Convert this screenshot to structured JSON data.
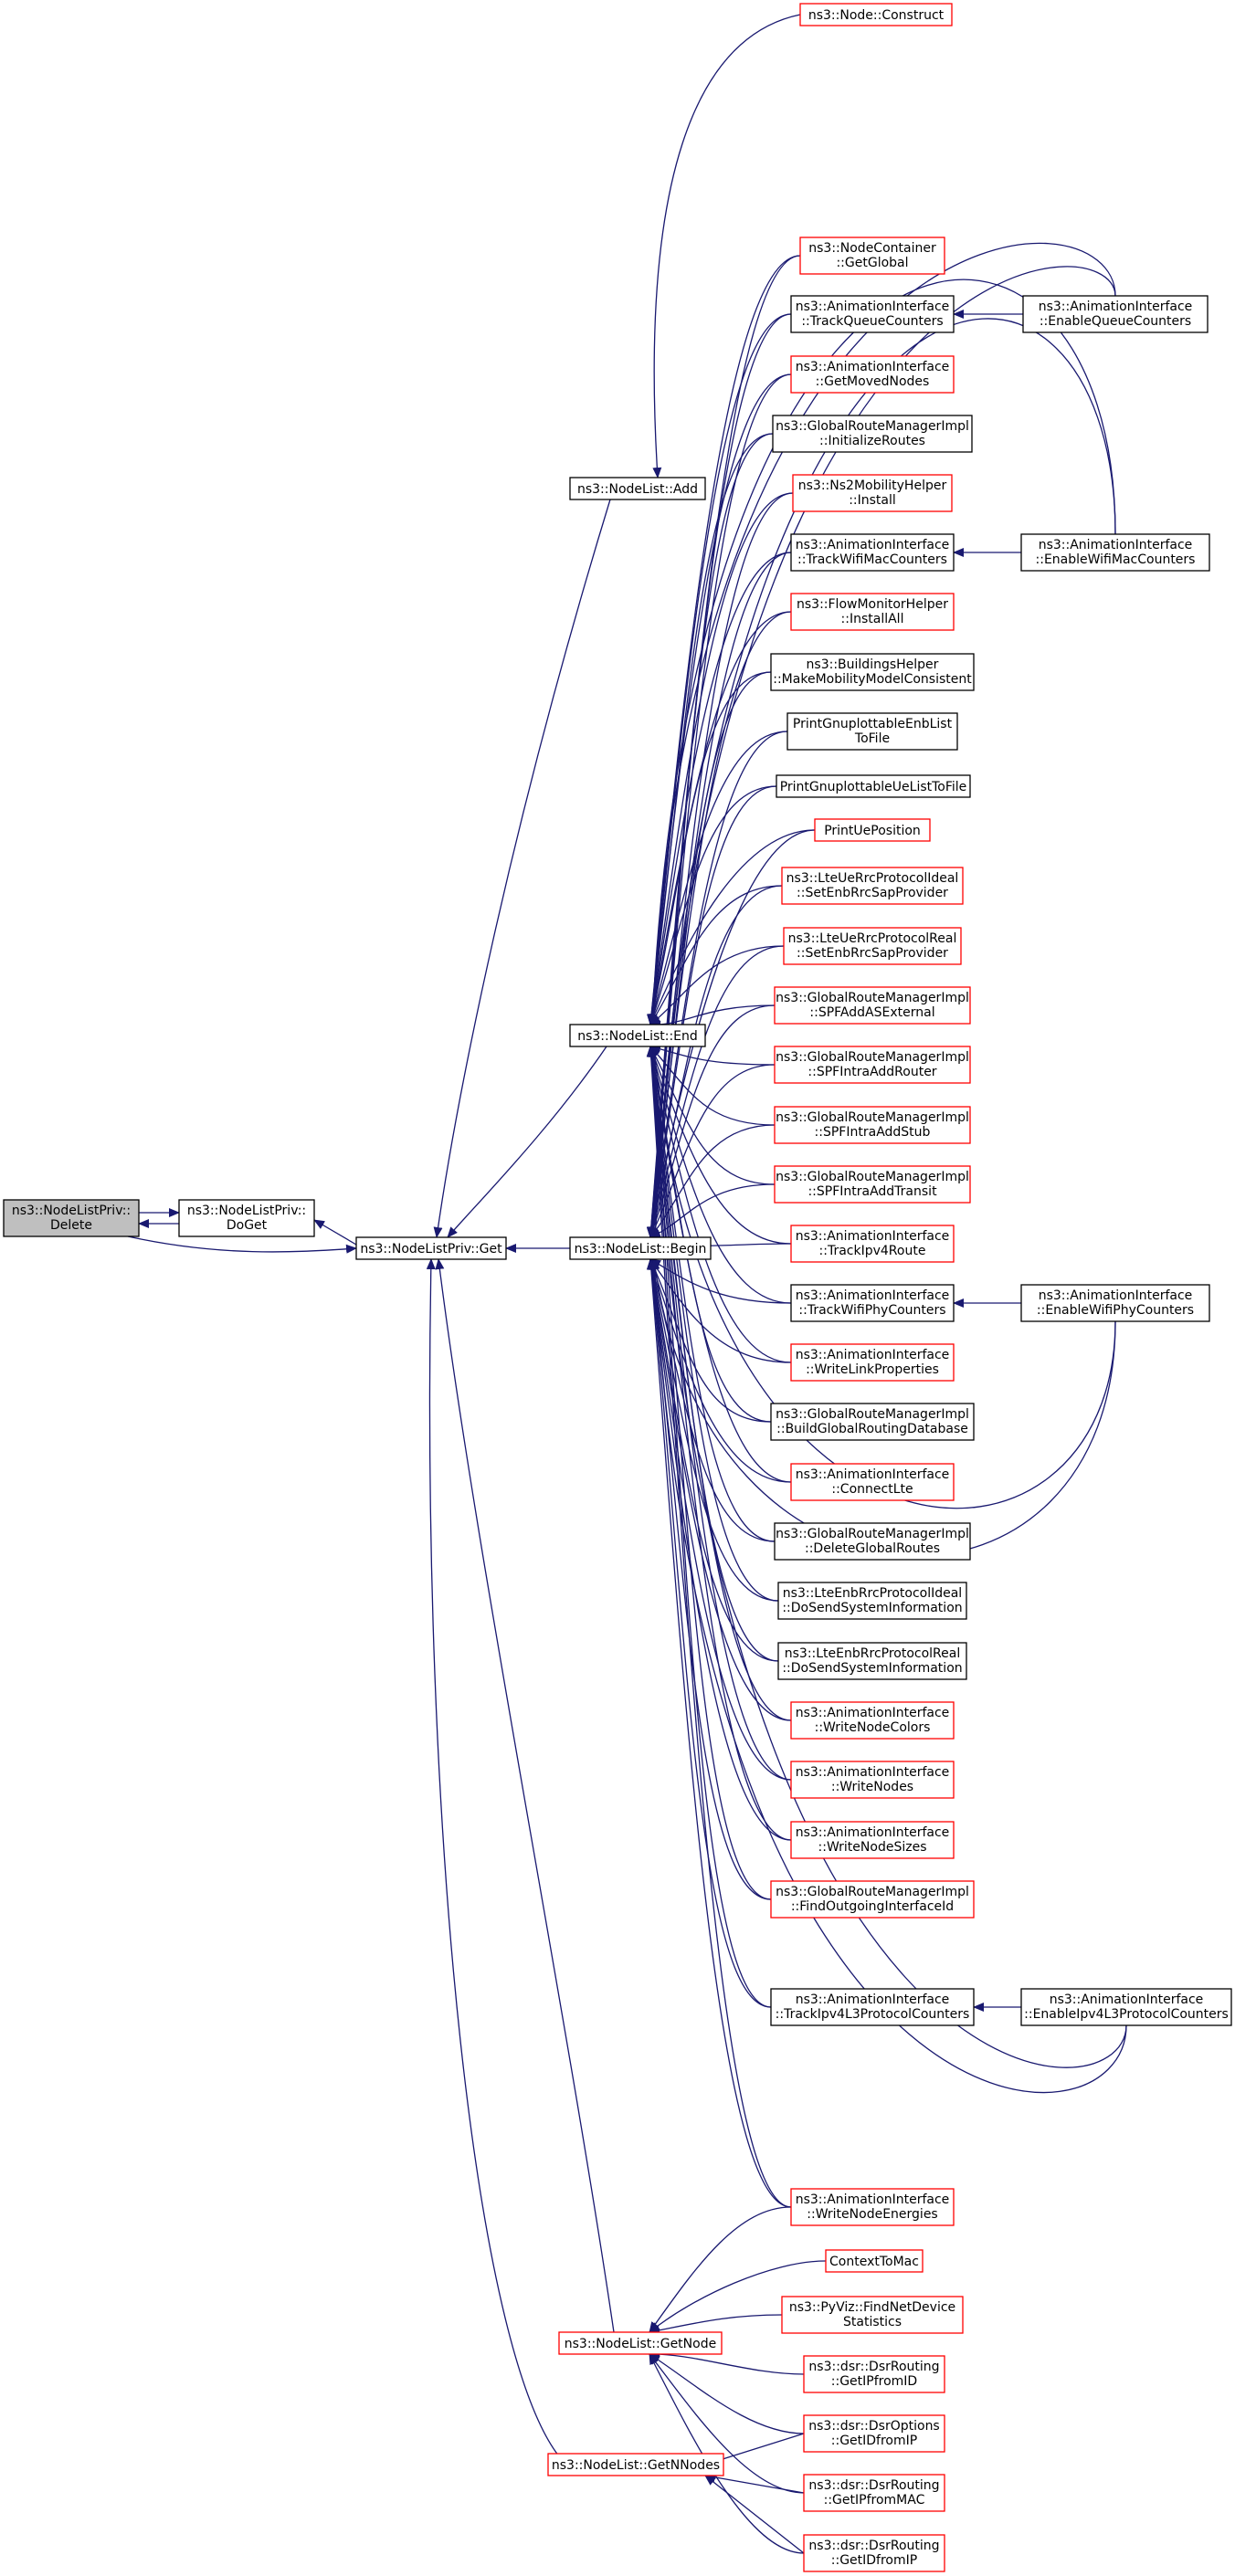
{
  "graph": {
    "colors": {
      "edge": "#191970",
      "arrow": "#191970",
      "red_border": "#ff0000",
      "black_border": "#000000",
      "root_fill": "#bfbfbf"
    },
    "nodes": {
      "root": {
        "lines": [
          "ns3::NodeListPriv::",
          "Delete"
        ],
        "style": "root"
      },
      "doget": {
        "lines": [
          "ns3::NodeListPriv::",
          "DoGet"
        ],
        "style": "black"
      },
      "privget": {
        "lines": [
          "ns3::NodeListPriv::Get"
        ],
        "style": "black"
      },
      "add": {
        "lines": [
          "ns3::NodeList::Add"
        ],
        "style": "black"
      },
      "end": {
        "lines": [
          "ns3::NodeList::End"
        ],
        "style": "black"
      },
      "begin": {
        "lines": [
          "ns3::NodeList::Begin"
        ],
        "style": "black"
      },
      "getnode": {
        "lines": [
          "ns3::NodeList::GetNode"
        ],
        "style": "red"
      },
      "getnnodes": {
        "lines": [
          "ns3::NodeList::GetNNodes"
        ],
        "style": "red"
      },
      "construct": {
        "lines": [
          "ns3::Node::Construct"
        ],
        "style": "red"
      },
      "getglobal": {
        "lines": [
          "ns3::NodeContainer",
          "::GetGlobal"
        ],
        "style": "red"
      },
      "trackqueue": {
        "lines": [
          "ns3::AnimationInterface",
          "::TrackQueueCounters"
        ],
        "style": "black"
      },
      "getmoved": {
        "lines": [
          "ns3::AnimationInterface",
          "::GetMovedNodes"
        ],
        "style": "red"
      },
      "initroutes": {
        "lines": [
          "ns3::GlobalRouteManagerImpl",
          "::InitializeRoutes"
        ],
        "style": "black"
      },
      "ns2install": {
        "lines": [
          "ns3::Ns2MobilityHelper",
          "::Install"
        ],
        "style": "red"
      },
      "trackwifimac": {
        "lines": [
          "ns3::AnimationInterface",
          "::TrackWifiMacCounters"
        ],
        "style": "black"
      },
      "flowinstall": {
        "lines": [
          "ns3::FlowMonitorHelper",
          "::InstallAll"
        ],
        "style": "red"
      },
      "buildings": {
        "lines": [
          "ns3::BuildingsHelper",
          "::MakeMobilityModelConsistent"
        ],
        "style": "black"
      },
      "printenb": {
        "lines": [
          "PrintGnuplottableEnbList",
          "ToFile"
        ],
        "style": "black"
      },
      "printue": {
        "lines": [
          "PrintGnuplottableUeListToFile"
        ],
        "style": "black"
      },
      "printuepos": {
        "lines": [
          "PrintUePosition"
        ],
        "style": "red"
      },
      "lteueideal": {
        "lines": [
          "ns3::LteUeRrcProtocolIdeal",
          "::SetEnbRrcSapProvider"
        ],
        "style": "red"
      },
      "ltuereal": {
        "lines": [
          "ns3::LteUeRrcProtocolReal",
          "::SetEnbRrcSapProvider"
        ],
        "style": "red"
      },
      "spfaddas": {
        "lines": [
          "ns3::GlobalRouteManagerImpl",
          "::SPFAddASExternal"
        ],
        "style": "red"
      },
      "spfrouter": {
        "lines": [
          "ns3::GlobalRouteManagerImpl",
          "::SPFIntraAddRouter"
        ],
        "style": "red"
      },
      "spfstub": {
        "lines": [
          "ns3::GlobalRouteManagerImpl",
          "::SPFIntraAddStub"
        ],
        "style": "red"
      },
      "spftransit": {
        "lines": [
          "ns3::GlobalRouteManagerImpl",
          "::SPFIntraAddTransit"
        ],
        "style": "red"
      },
      "trackipv4route": {
        "lines": [
          "ns3::AnimationInterface",
          "::TrackIpv4Route"
        ],
        "style": "red"
      },
      "trackwifiphy": {
        "lines": [
          "ns3::AnimationInterface",
          "::TrackWifiPhyCounters"
        ],
        "style": "black"
      },
      "writelink": {
        "lines": [
          "ns3::AnimationInterface",
          "::WriteLinkProperties"
        ],
        "style": "red"
      },
      "buildglobal": {
        "lines": [
          "ns3::GlobalRouteManagerImpl",
          "::BuildGlobalRoutingDatabase"
        ],
        "style": "black"
      },
      "connectlte": {
        "lines": [
          "ns3::AnimationInterface",
          "::ConnectLte"
        ],
        "style": "red"
      },
      "deleteglobal": {
        "lines": [
          "ns3::GlobalRouteManagerImpl",
          "::DeleteGlobalRoutes"
        ],
        "style": "black"
      },
      "enbideal": {
        "lines": [
          "ns3::LteEnbRrcProtocolIdeal",
          "::DoSendSystemInformation"
        ],
        "style": "black"
      },
      "enbreal": {
        "lines": [
          "ns3::LteEnbRrcProtocolReal",
          "::DoSendSystemInformation"
        ],
        "style": "black"
      },
      "writecolors": {
        "lines": [
          "ns3::AnimationInterface",
          "::WriteNodeColors"
        ],
        "style": "red"
      },
      "writenodes": {
        "lines": [
          "ns3::AnimationInterface",
          "::WriteNodes"
        ],
        "style": "red"
      },
      "writesizes": {
        "lines": [
          "ns3::AnimationInterface",
          "::WriteNodeSizes"
        ],
        "style": "red"
      },
      "findout": {
        "lines": [
          "ns3::GlobalRouteManagerImpl",
          "::FindOutgoingInterfaceId"
        ],
        "style": "red"
      },
      "trackipv4l3": {
        "lines": [
          "ns3::AnimationInterface",
          "::TrackIpv4L3ProtocolCounters"
        ],
        "style": "black"
      },
      "writeenergies": {
        "lines": [
          "ns3::AnimationInterface",
          "::WriteNodeEnergies"
        ],
        "style": "red"
      },
      "contexttomac": {
        "lines": [
          "ContextToMac"
        ],
        "style": "red"
      },
      "pyviz": {
        "lines": [
          "ns3::PyViz::FindNetDevice",
          "Statistics"
        ],
        "style": "red"
      },
      "dsrrouting_ipid": {
        "lines": [
          "ns3::dsr::DsrRouting",
          "::GetIPfromID"
        ],
        "style": "red"
      },
      "dsroptions": {
        "lines": [
          "ns3::dsr::DsrOptions",
          "::GetIDfromIP"
        ],
        "style": "red"
      },
      "dsrrouting_mac": {
        "lines": [
          "ns3::dsr::DsrRouting",
          "::GetIPfromMAC"
        ],
        "style": "red"
      },
      "dsrrouting_idip": {
        "lines": [
          "ns3::dsr::DsrRouting",
          "::GetIDfromIP"
        ],
        "style": "red"
      },
      "enablequeue": {
        "lines": [
          "ns3::AnimationInterface",
          "::EnableQueueCounters"
        ],
        "style": "black"
      },
      "enablewifimac": {
        "lines": [
          "ns3::AnimationInterface",
          "::EnableWifiMacCounters"
        ],
        "style": "black"
      },
      "enablewifiphy": {
        "lines": [
          "ns3::AnimationInterface",
          "::EnableWifiPhyCounters"
        ],
        "style": "black"
      },
      "enableipv4l3": {
        "lines": [
          "ns3::AnimationInterface",
          "::EnableIpv4L3ProtocolCounters"
        ],
        "style": "black"
      }
    }
  }
}
